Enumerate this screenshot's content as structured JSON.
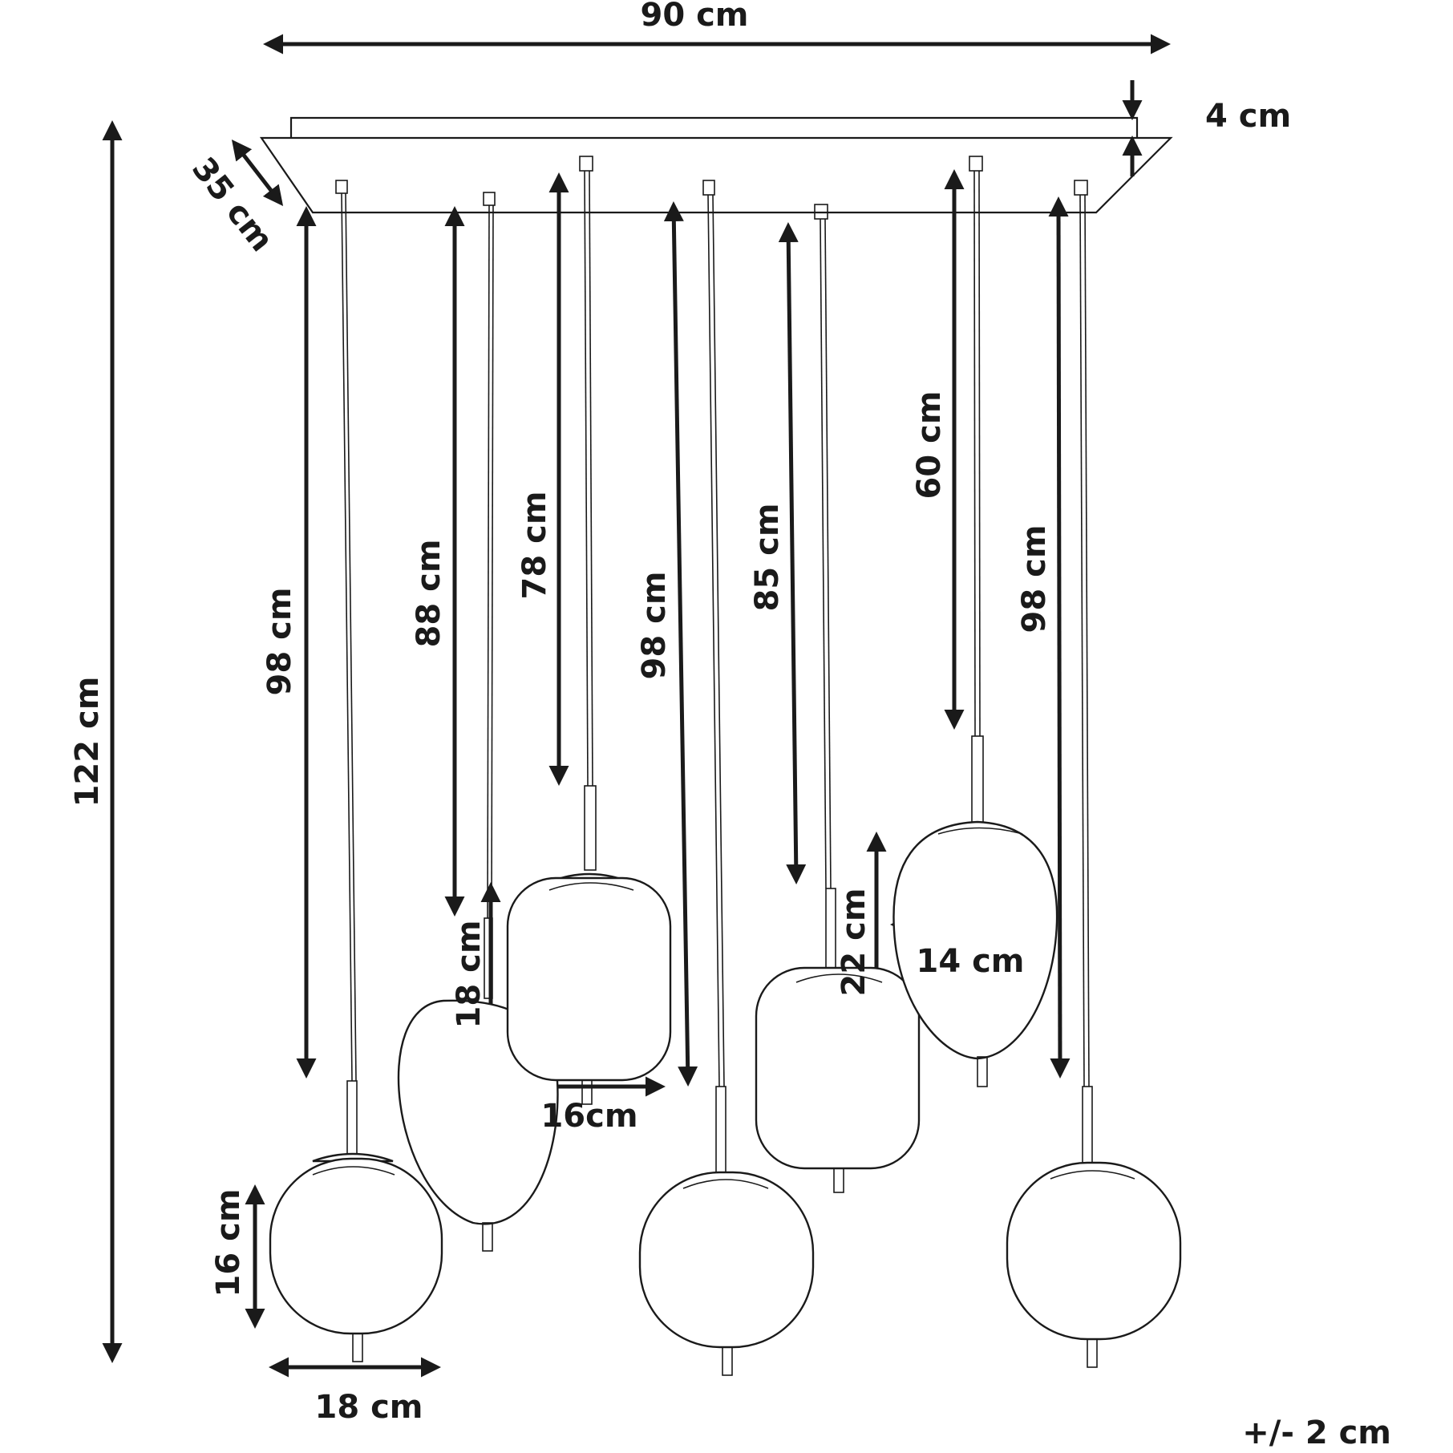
{
  "labels": {
    "width_total": "90 cm",
    "canopy_height": "4 cm",
    "canopy_depth": "35 cm",
    "total_height": "122 cm",
    "cord_1": "98 cm",
    "cord_2": "88 cm",
    "cord_3": "78 cm",
    "cord_4": "98 cm",
    "cord_5": "85 cm",
    "cord_6": "60 cm",
    "cord_7": "98 cm",
    "shade_round_height": "16 cm",
    "shade_round_width": "18 cm",
    "shade_oval_height": "18 cm",
    "shade_cylinder_width": "16cm",
    "shade_cylinder_height": "22 cm",
    "shade_egg_width": "14 cm",
    "tolerance": "+/- 2 cm"
  },
  "colors": {
    "ink": "#1a1a1a",
    "background": "#ffffff"
  }
}
